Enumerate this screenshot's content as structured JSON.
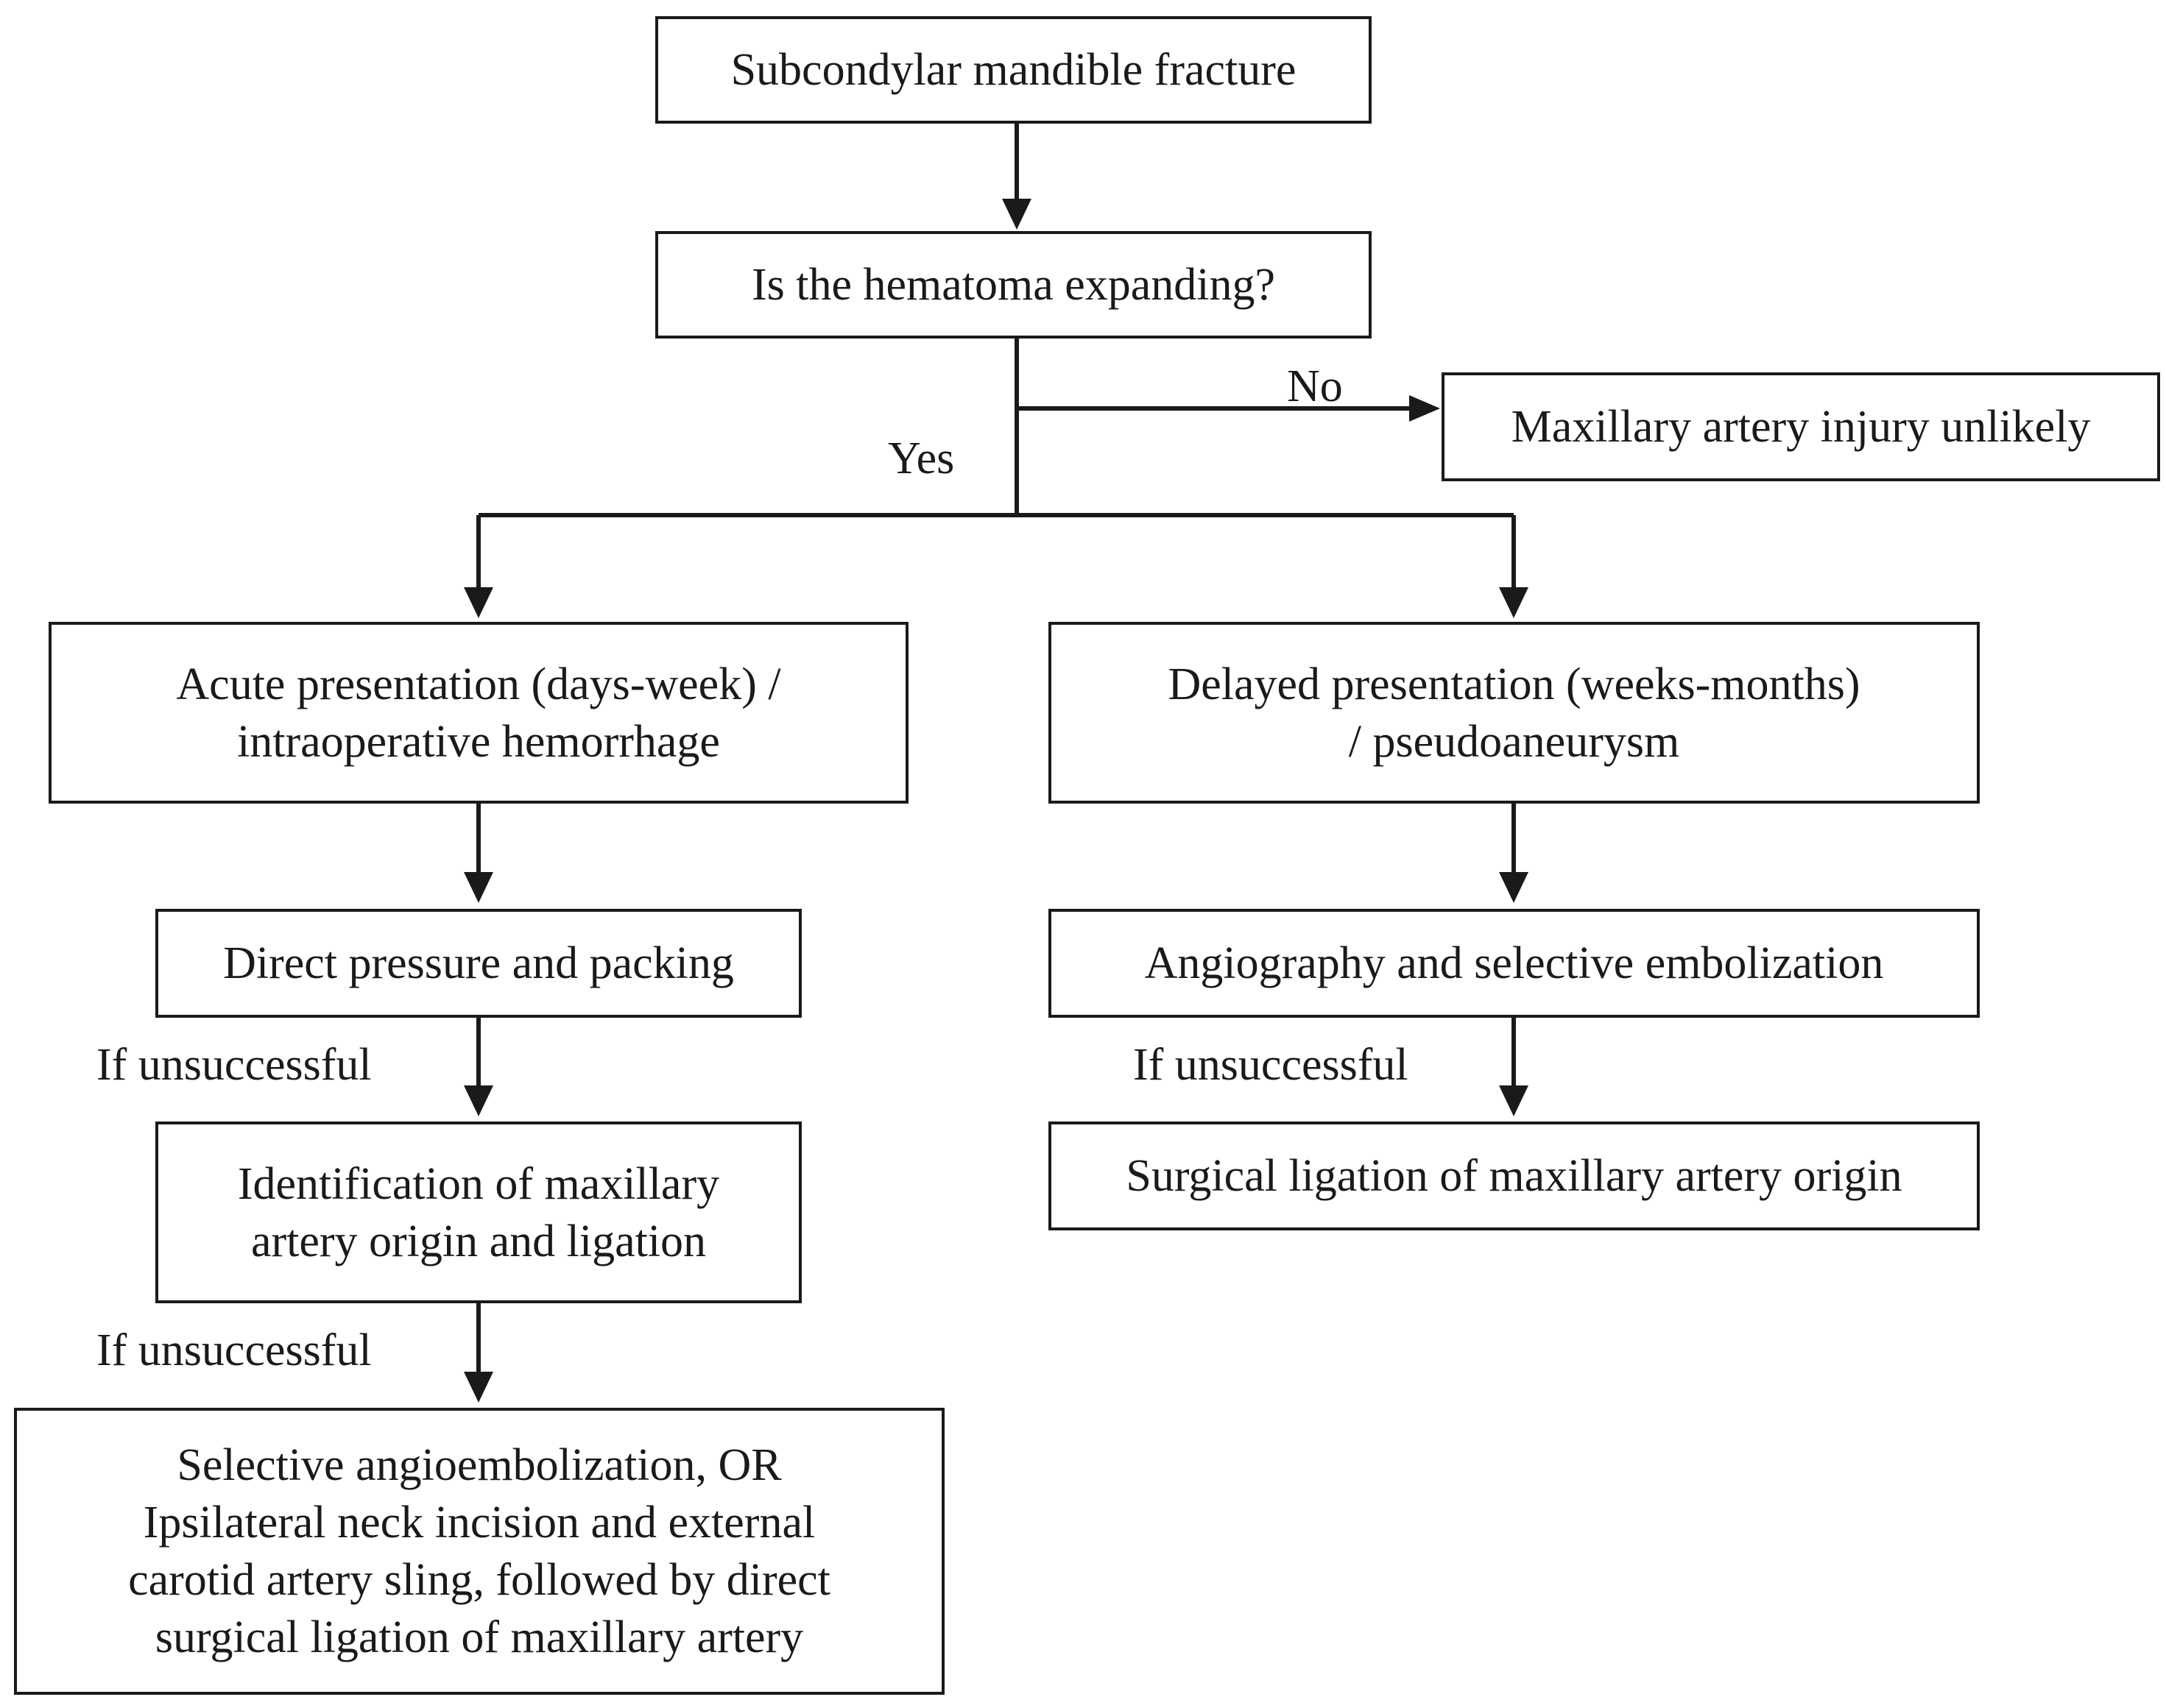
{
  "nodes": {
    "start": "Subcondylar mandible fracture",
    "question": "Is the hematoma expanding?",
    "no_outcome": "Maxillary artery injury unlikely",
    "acute": "Acute presentation (days-week) /\nintraoperative hemorrhage",
    "delayed": "Delayed presentation (weeks-months)\n/ pseudoaneurysm",
    "pressure": "Direct pressure and packing",
    "identification": "Identification of maxillary\nartery origin and ligation",
    "final_left": "Selective angioembolization, OR\nIpsilateral neck incision and external\ncarotid artery sling, followed by direct\nsurgical ligation of maxillary artery",
    "angiography": "Angiography and selective embolization",
    "ligation_right": "Surgical ligation of maxillary artery origin"
  },
  "labels": {
    "no": "No",
    "yes": "Yes",
    "if_unsuccessful_1": "If unsuccessful",
    "if_unsuccessful_2": "If unsuccessful",
    "if_unsuccessful_3": "If unsuccessful"
  },
  "colors": {
    "stroke": "#1a1a1a",
    "background": "#ffffff"
  }
}
